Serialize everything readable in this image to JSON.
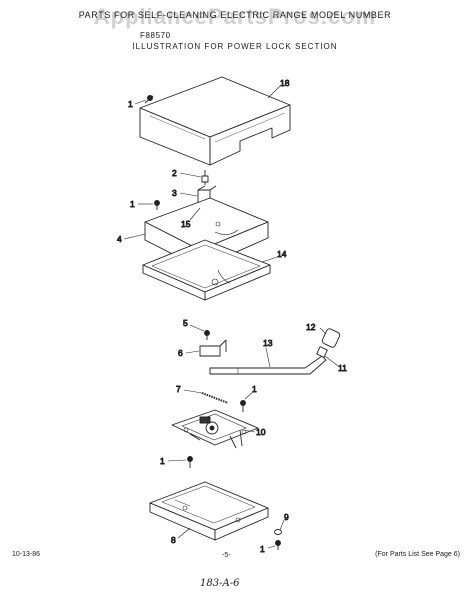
{
  "header": {
    "line1": "PARTS FOR SELF-CLEANING ELECTRIC RANGE MODEL NUMBER",
    "model": "F88570",
    "section_title": "ILLUSTRATION FOR POWER LOCK SECTION"
  },
  "watermark": "AppliancePartsPros.com",
  "callouts": {
    "c1a": "1",
    "c2": "2",
    "c3": "3",
    "c1b": "1",
    "c4": "4",
    "c15": "15",
    "c14": "14",
    "c18": "18",
    "c5": "5",
    "c6": "6",
    "c7": "7",
    "c1c": "1",
    "c13": "13",
    "c12": "12",
    "c11": "11",
    "c10": "10",
    "c1d": "1",
    "c8": "8",
    "c9": "9",
    "c1e": "1"
  },
  "footer": {
    "date": "10-13-86",
    "page": "-5-",
    "note": "(For Parts List See Page 6)",
    "handwritten": "183-A-6"
  }
}
